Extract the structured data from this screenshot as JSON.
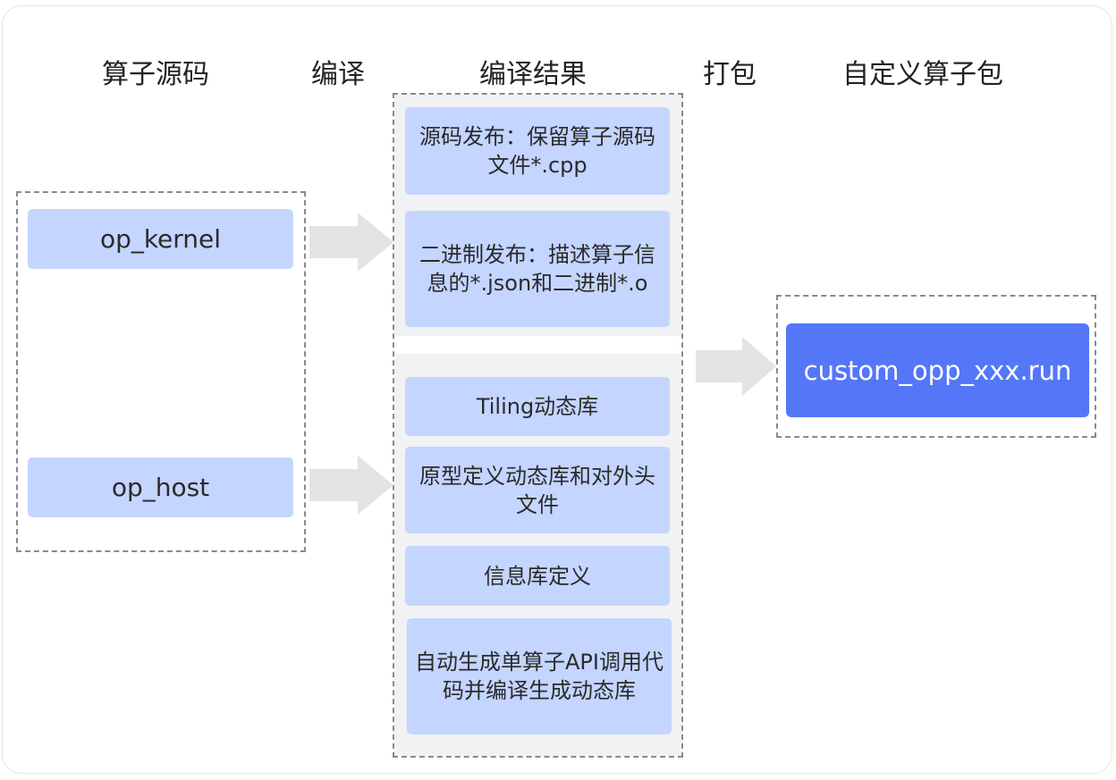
{
  "headers": {
    "source": "算子源码",
    "compile": "编译",
    "result": "编译结果",
    "pack": "打包",
    "package": "自定义算子包"
  },
  "source_nodes": {
    "kernel": "op_kernel",
    "host": "op_host"
  },
  "kernel_results": {
    "source_release": "源码发布：保留算子源码文件*.cpp",
    "binary_release": "二进制发布：描述算子信息的*.json和二进制*.o"
  },
  "host_results": {
    "tiling": "Tiling动态库",
    "prototype": "原型定义动态库和对外头文件",
    "info_lib": "信息库定义",
    "auto_api": "自动生成单算子API调用代码并编译生成动态库"
  },
  "output": {
    "run_file": "custom_opp_xxx.run"
  },
  "colors": {
    "node_fill": "#c4d5ff",
    "output_fill": "#5477f8",
    "arrow_fill": "#e3e3e5",
    "dashed_border": "#8a8a8a",
    "section_bg": "#f1f2f4"
  }
}
